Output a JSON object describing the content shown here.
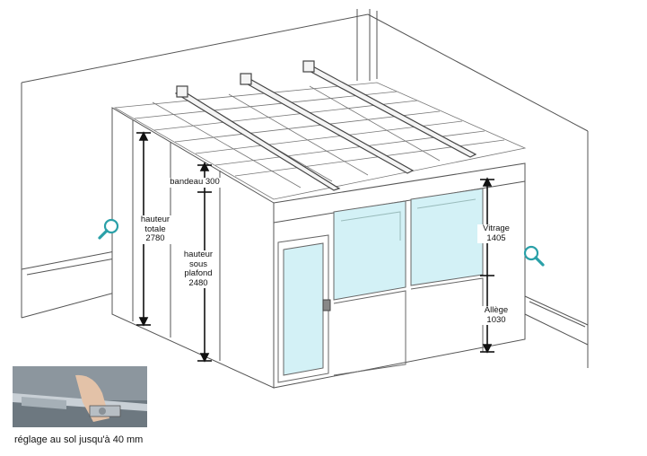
{
  "labels": {
    "hauteur_totale": "hauteur\ntotale\n2780",
    "bandeau": "bandeau 300",
    "hauteur_sous_plafond": "hauteur\nsous\nplafond\n2480",
    "vitrage": "Vitrage\n1405",
    "allege": "Allège\n1030"
  },
  "caption": "réglage au sol jusqu'à 40 mm",
  "icons": {
    "left": "magnifier-icon",
    "right": "magnifier-icon"
  },
  "colors": {
    "glass": "#cfeff5",
    "glass_light": "#e6f8fb",
    "accent": "#2aa0a8",
    "line": "#555555"
  }
}
